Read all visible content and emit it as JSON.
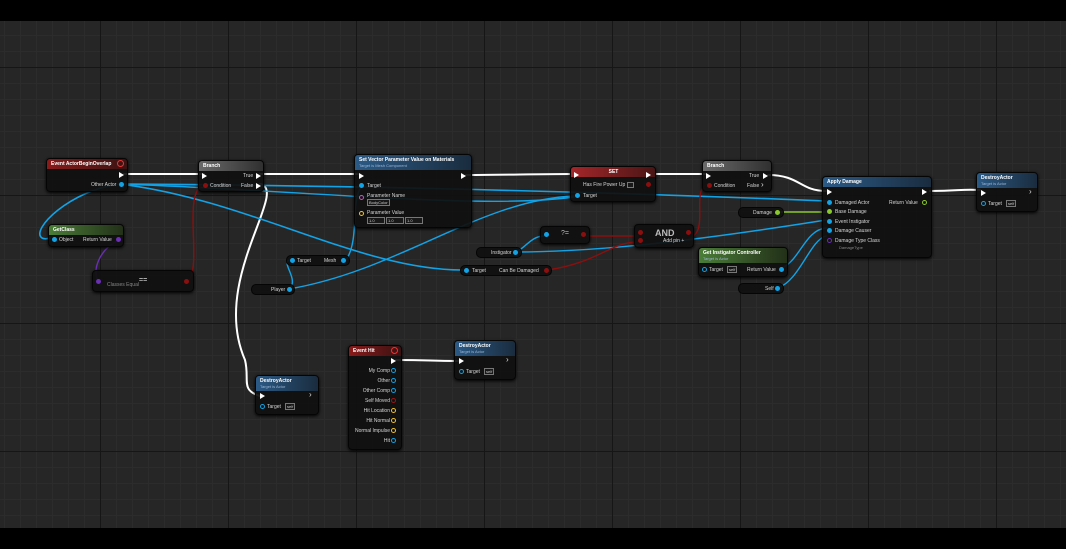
{
  "nodes": {
    "event_overlap": {
      "title": "Event ActorBeginOverlap",
      "other_actor": "Other Actor"
    },
    "branch1": {
      "title": "Branch",
      "true_label": "True",
      "false_label": "False",
      "condition": "Condition"
    },
    "get_class": {
      "title": "GetClass",
      "object": "Object",
      "return_value": "Return Value"
    },
    "class_equal": {
      "title": "Classes Equal",
      "symbol": "=="
    },
    "player": {
      "label": "Player"
    },
    "get_mesh": {
      "target": "Target",
      "mesh": "Mesh"
    },
    "set_vector_param": {
      "title": "Set Vector Parameter Value on Materials",
      "subtitle": "Target is Mesh Component",
      "target": "Target",
      "param_name_label": "Parameter Name",
      "param_name_value": "BodyColor",
      "param_value_label": "Parameter Value",
      "x": "1.0",
      "y": "1.0",
      "z": "1.0"
    },
    "set_var": {
      "title": "SET",
      "has_fire": "Has Fire Power Up",
      "target": "Target"
    },
    "branch2": {
      "title": "Branch",
      "true_label": "True",
      "false_label": "False",
      "condition": "Condition"
    },
    "instigator": {
      "label": "Instigator"
    },
    "is_valid": {
      "symbol": "?="
    },
    "can_be_damaged": {
      "target": "Target",
      "label": "Can Be Damaged"
    },
    "and": {
      "title": "AND",
      "add_pin": "Add pin +"
    },
    "damage": {
      "label": "Damage"
    },
    "get_instigator": {
      "title": "Get Instigator Controller",
      "subtitle": "Target is Actor",
      "target": "Target",
      "self": "self",
      "return_value": "Return Value"
    },
    "self": {
      "label": "Self"
    },
    "apply_damage": {
      "title": "Apply Damage",
      "damaged_actor": "Damaged Actor",
      "return_value": "Return Value",
      "base_damage": "Base Damage",
      "event_instigator": "Event Instigator",
      "damage_causer": "Damage Causer",
      "damage_type_class": "Damage Type Class",
      "damage_type_value": "DamageType"
    },
    "destroy1": {
      "title": "DestroyActor",
      "subtitle": "Target is Actor",
      "target": "Target",
      "self": "self"
    },
    "destroy2": {
      "title": "DestroyActor",
      "subtitle": "Target is Actor",
      "target": "Target",
      "self": "self"
    },
    "event_hit": {
      "title": "Event Hit",
      "my_comp": "My Comp",
      "other": "Other",
      "other_comp": "Other Comp",
      "self_moved": "Self Moved",
      "hit_location": "Hit Location",
      "hit_normal": "Hit Normal",
      "normal_impulse": "Normal Impulse",
      "hit": "Hit"
    },
    "destroy3": {
      "title": "DestroyActor",
      "subtitle": "Target is Actor",
      "target": "Target",
      "self": "self"
    }
  },
  "colors": {
    "exec": "#ffffff",
    "object": "#12a3e6",
    "bool": "#8c0f0f",
    "float": "#8ac92b",
    "vector": "#f2c230",
    "class": "#6a2fb3"
  }
}
